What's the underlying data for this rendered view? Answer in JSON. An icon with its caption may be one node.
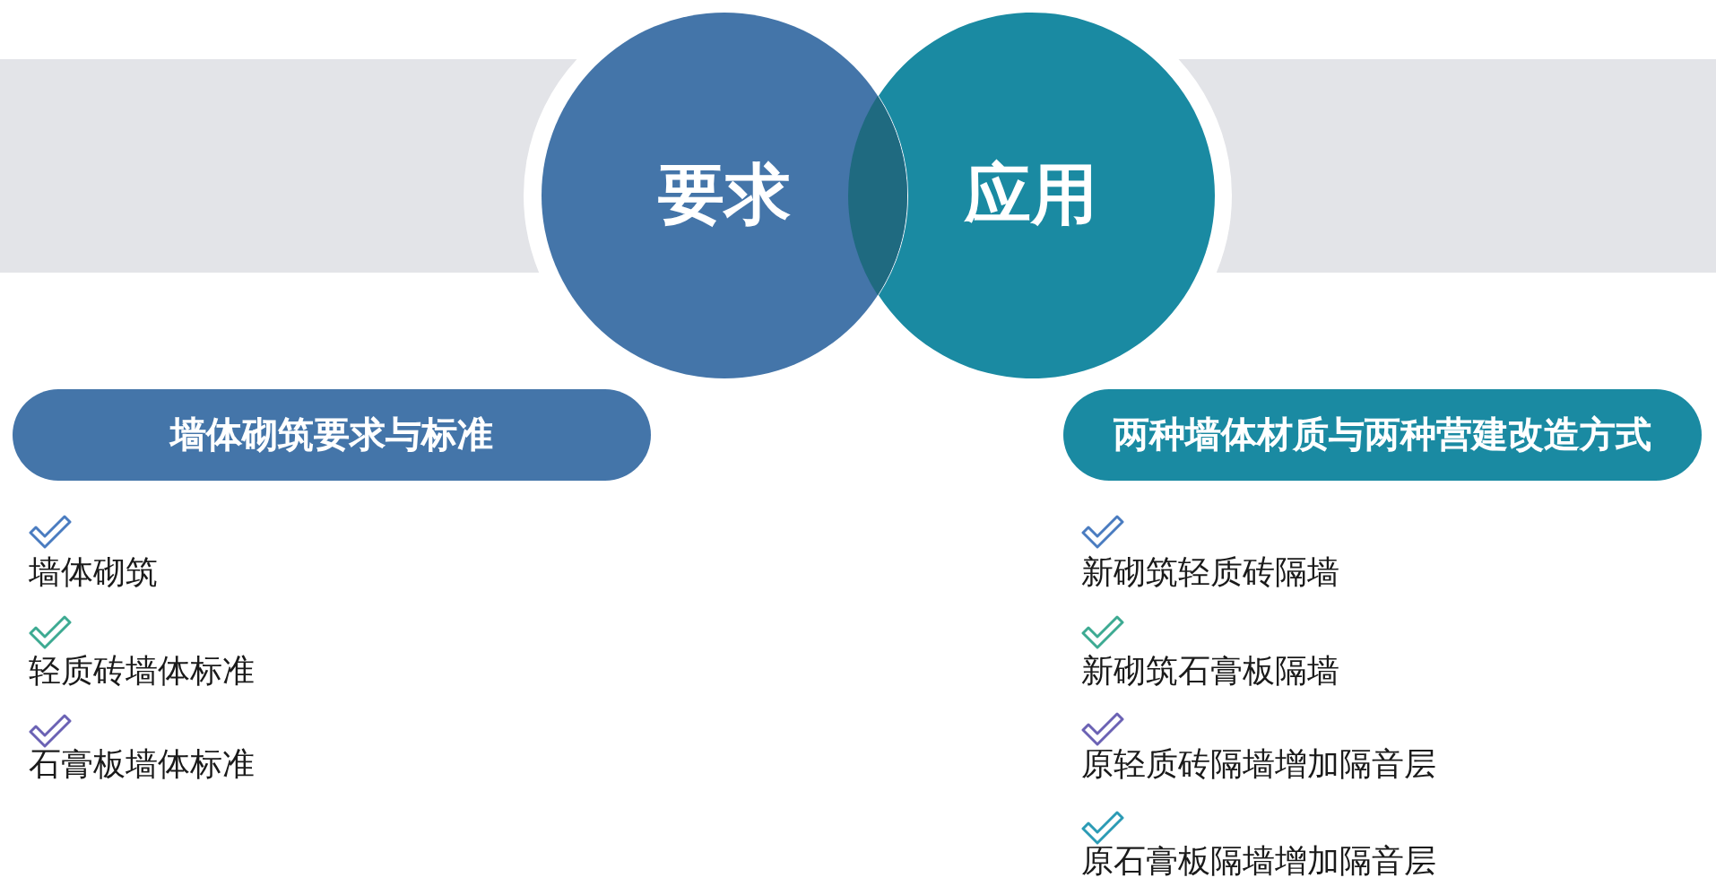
{
  "diagram": {
    "nodes": [
      {
        "text": [
          "要求"
        ]
      },
      {
        "text": [
          "应用"
        ]
      },
      {
        "text": [
          "墙体砌筑要求与标准"
        ]
      },
      {
        "text": [
          "两种墙体材质与两种营建改造方式"
        ]
      }
    ],
    "labels": [
      "墙体砌筑",
      "轻质砖墙体标准",
      "石膏板墙体标准",
      "新砌筑轻质砖隔墙",
      "新砌筑石膏板隔墙",
      "原轻质砖隔墙增加隔音层",
      "原石膏板隔墙增加隔音层"
    ]
  }
}
